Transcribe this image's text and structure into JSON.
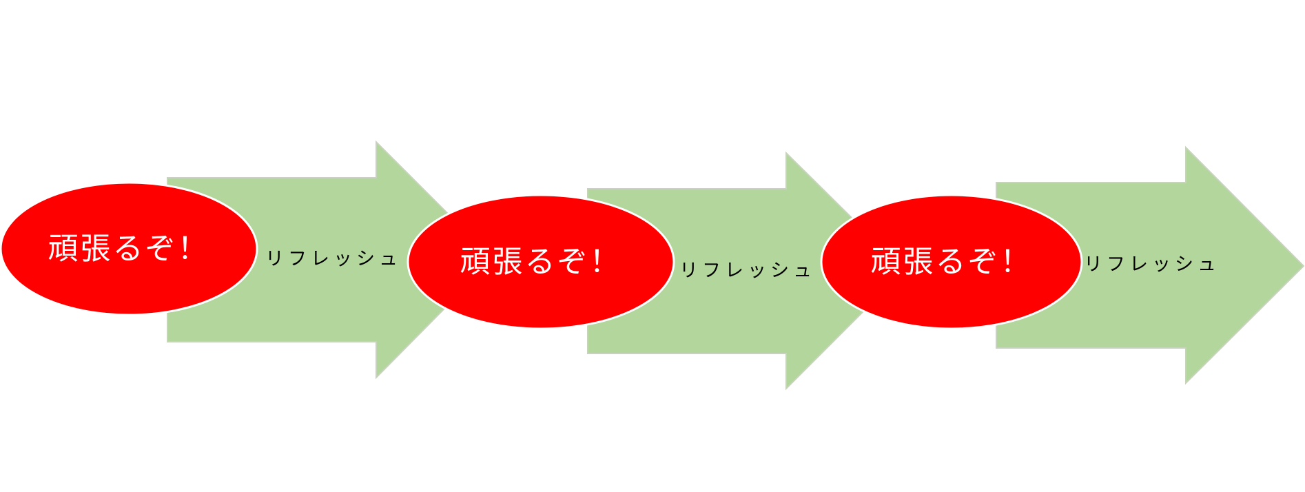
{
  "colors": {
    "background": "#ffffff",
    "arrow_fill": "#b3d69c",
    "ellipse_fill": "#ff0000",
    "ellipse_text": "#ffffff",
    "arrow_text": "#000000"
  },
  "steps": [
    {
      "ellipse_label": "頑張るぞ！",
      "arrow_label": "リフレッシュ"
    },
    {
      "ellipse_label": "頑張るぞ！",
      "arrow_label": "リフレッシュ"
    },
    {
      "ellipse_label": "頑張るぞ！",
      "arrow_label": "リフレッシュ"
    }
  ]
}
